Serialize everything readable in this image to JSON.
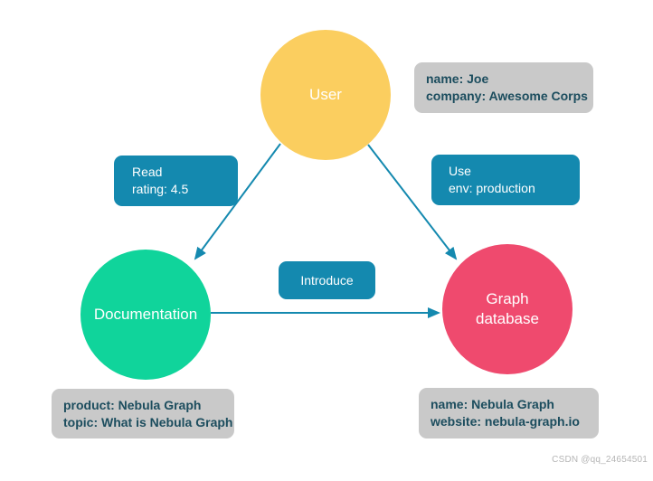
{
  "nodes": {
    "user": {
      "label": "User",
      "properties": [
        "name: Joe",
        "company: Awesome Corps"
      ]
    },
    "documentation": {
      "label": "Documentation",
      "properties": [
        "product: Nebula Graph",
        "topic: What is Nebula Graph"
      ]
    },
    "graph_database": {
      "label": "Graph database",
      "properties": [
        "name: Nebula Graph",
        "website: nebula-graph.io"
      ]
    }
  },
  "edges": {
    "read": {
      "label": "Read",
      "property": "rating: 4.5"
    },
    "use": {
      "label": "Use",
      "property": "env: production"
    },
    "introduce": {
      "label": "Introduce"
    }
  },
  "watermark": "CSDN @qq_24654501",
  "colors": {
    "background": "#ffffff",
    "node_user": "#fbce5f",
    "node_documentation": "#10d49b",
    "node_graphdb": "#ef4a6e",
    "node_text": "#ffffff",
    "edge_color": "#1489af",
    "prop_box": "#c9c9c9",
    "prop_text": "#1c4d5e",
    "watermark_text": "#b5b5b5"
  }
}
